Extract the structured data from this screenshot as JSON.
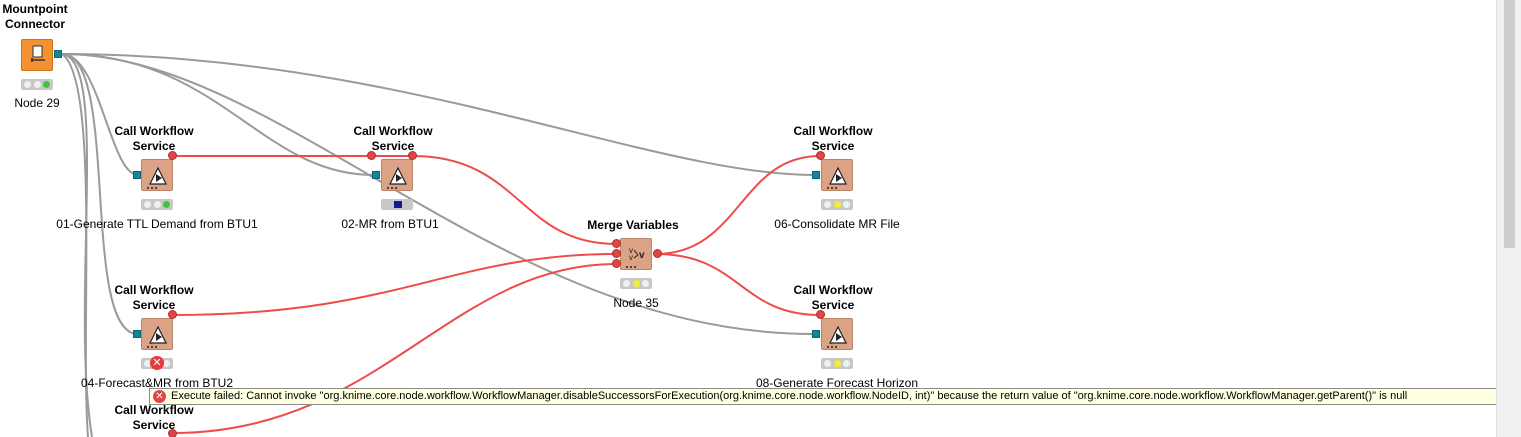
{
  "nodes": [
    {
      "id": "n29",
      "title": "Mountpoint\nConnector",
      "label": "Node 29",
      "type": "mountpoint",
      "status": "executed"
    },
    {
      "id": "n01",
      "title": "Call Workflow\nService",
      "label": "01-Generate TTL Demand from BTU1",
      "type": "workflow-service",
      "status": "executed"
    },
    {
      "id": "n02",
      "title": "Call Workflow\nService",
      "label": "02-MR from BTU1",
      "type": "workflow-service",
      "status": "executing"
    },
    {
      "id": "n06",
      "title": "Call Workflow\nService",
      "label": "06-Consolidate MR File",
      "type": "workflow-service",
      "status": "configured"
    },
    {
      "id": "n35",
      "title": "Merge Variables",
      "label": "Node 35",
      "type": "merge-variables",
      "status": "configured"
    },
    {
      "id": "n04",
      "title": "Call Workflow\nService",
      "label": "04-Forecast&MR from BTU2",
      "type": "workflow-service",
      "status": "error"
    },
    {
      "id": "n08",
      "title": "Call Workflow\nService",
      "label": "08-Generate Forecast Horizon",
      "type": "workflow-service",
      "status": "configured"
    },
    {
      "id": "n09",
      "title": "Call Workflow\nService",
      "label": "",
      "type": "workflow-service",
      "status": "hidden"
    }
  ],
  "error_tooltip": {
    "icon": "error-icon",
    "text": "Execute failed: Cannot invoke \"org.knime.core.node.workflow.WorkflowManager.disableSuccessorsForExecution(org.knime.core.node.workflow.NodeID, int)\" because the return value of \"org.knime.core.node.workflow.WorkflowManager.getParent()\" is null"
  },
  "colors": {
    "canvas": "#ffffff",
    "connection_data": "#9a9a9a",
    "connection_variable": "#ee4c4c",
    "node_workflow_service": "#dba286",
    "node_mountpoint": "#f39231",
    "port_data": "#13879a",
    "port_variable": "#e04646",
    "tooltip_bg": "#ffffe1"
  }
}
